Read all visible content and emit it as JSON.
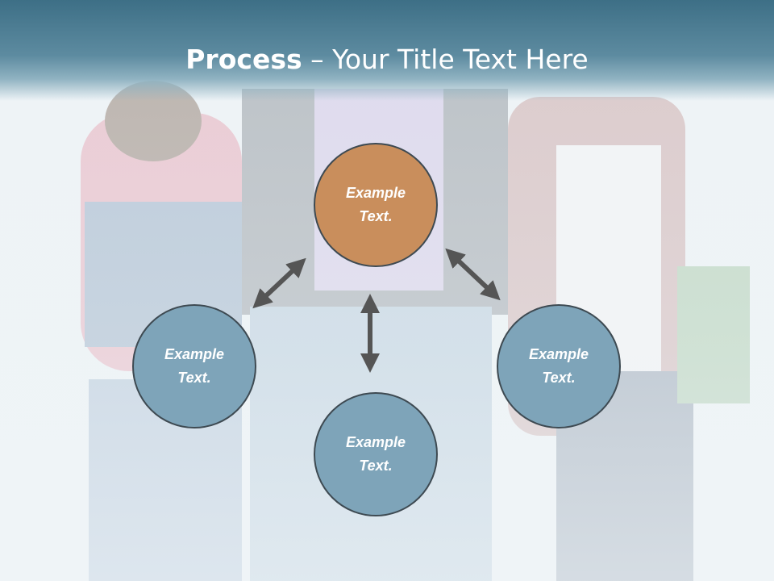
{
  "slide": {
    "title_bold": "Process",
    "title_rest": " – Your Title Text Here"
  },
  "nodes": {
    "top": "Example Text.",
    "left": "Example Text.",
    "right": "Example Text.",
    "bottom": "Example Text."
  },
  "colors": {
    "header": "#4a7c93",
    "center_node": "#c98e5c",
    "outer_node": "#7ea4b9",
    "arrow": "#555555"
  }
}
